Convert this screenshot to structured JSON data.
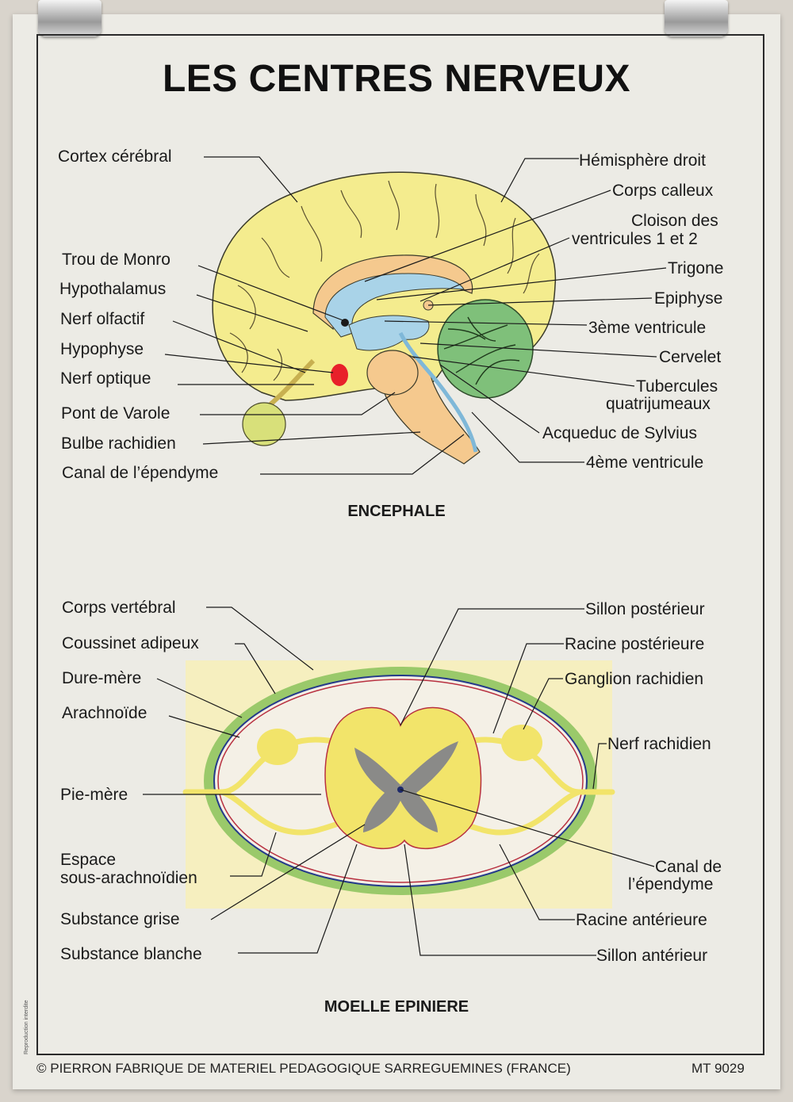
{
  "title": "LES CENTRES NERVEUX",
  "encephale": {
    "section_title": "ENCEPHALE",
    "left_labels": [
      "Cortex cérébral",
      "Trou de Monro",
      "Hypothalamus",
      "Nerf olfactif",
      "Hypophyse",
      "Nerf optique",
      "Pont de Varole",
      "Bulbe rachidien",
      "Canal de l’épendyme"
    ],
    "right_labels": [
      "Hémisphère droit",
      "Corps calleux",
      "Cloison des",
      "ventricules 1 et 2",
      "Trigone",
      "Epiphyse",
      "3ème ventricule",
      "Cervelet",
      "Tubercules",
      "quatrijumeaux",
      "Acqueduc de Sylvius",
      "4ème ventricule"
    ]
  },
  "moelle": {
    "section_title": "MOELLE EPINIERE",
    "left_labels": [
      "Corps vertébral",
      "Coussinet adipeux",
      "Dure-mère",
      "Arachnoïde",
      "Pie-mère",
      "Espace",
      "sous-arachnoïdien",
      "Substance grise",
      "Substance blanche"
    ],
    "right_labels": [
      "Sillon postérieur",
      "Racine postérieure",
      "Ganglion rachidien",
      "Nerf rachidien",
      "Canal de",
      "l’épendyme",
      "Racine antérieure",
      "Sillon antérieur"
    ]
  },
  "footer": {
    "publisher": "© PIERRON FABRIQUE DE MATERIEL PEDAGOGIQUE SARREGUEMINES (FRANCE)",
    "code": "MT 9029",
    "side_note": "Reproduction interdite"
  },
  "colors": {
    "cortex": "#f4ec8e",
    "inner_tissue": "#f5c98e",
    "ventricles": "#a9d3e8",
    "cerebellum": "#7fc07a",
    "hypophysis": "#e8202a",
    "spinal_white": "#f2e46a",
    "spinal_grey": "#8a8a88",
    "vertebral_ring": "#9ac96a",
    "background_box": "#f6efbf"
  }
}
